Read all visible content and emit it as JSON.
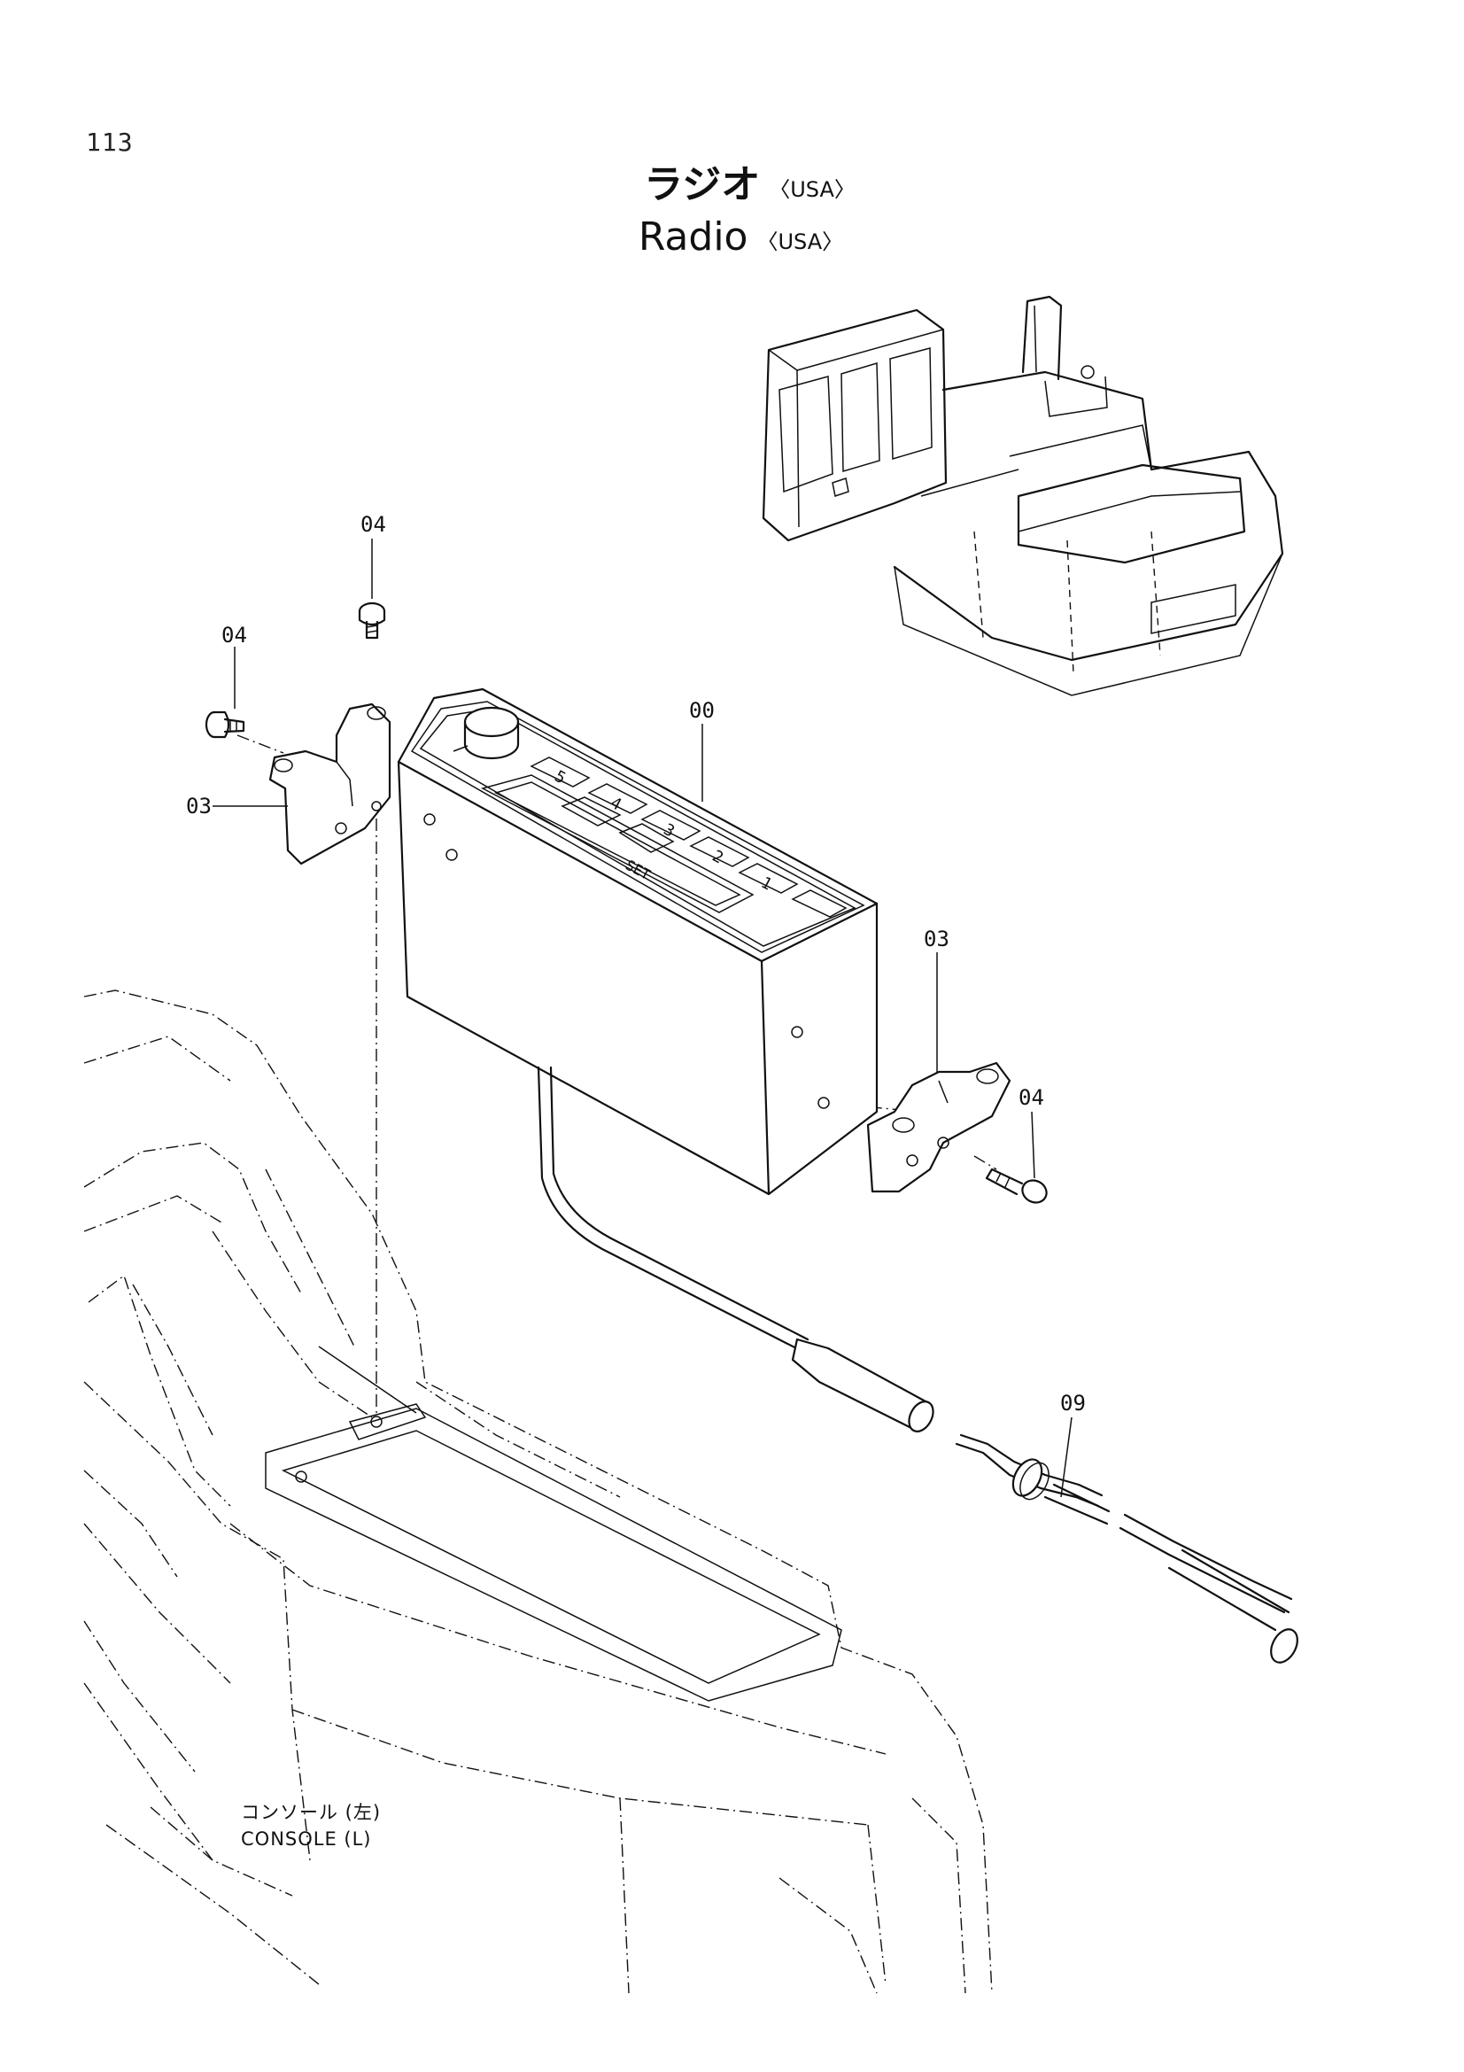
{
  "page_number": "113",
  "title": {
    "jp": "ラジオ",
    "en": "Radio",
    "region": "〈USA〉"
  },
  "callouts": {
    "radio": "00",
    "bracket_left": "03",
    "bracket_right": "03",
    "screw_top": "04",
    "screw_left": "04",
    "screw_right": "04",
    "antenna_cable": "09"
  },
  "radio_buttons": [
    "5",
    "4",
    "3",
    "2",
    "1",
    "SET"
  ],
  "console_label": {
    "jp": "コンソール (左)",
    "en": "CONSOLE (L)"
  }
}
